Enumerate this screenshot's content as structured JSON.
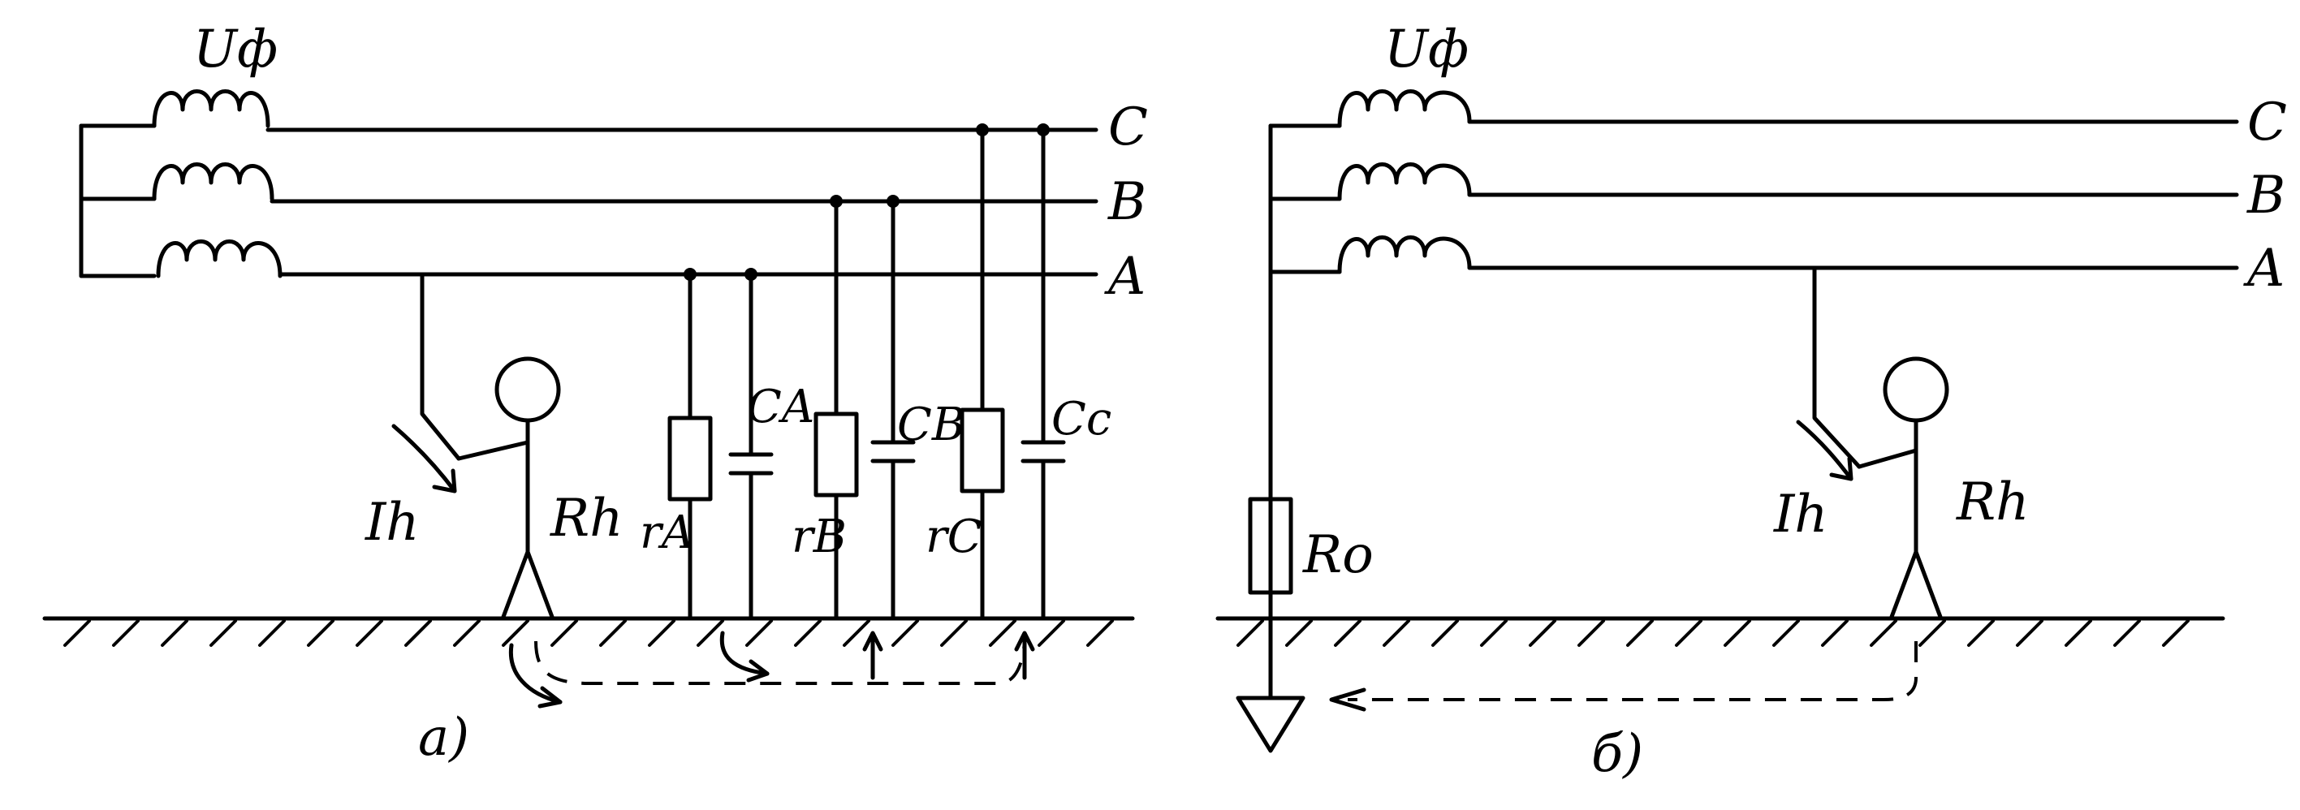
{
  "diagram_a": {
    "source_label": "Uф",
    "phase_c": "C",
    "phase_b": "B",
    "phase_a": "A",
    "current_label": "Ih",
    "body_resistance_label": "Rh",
    "insulation_a": "rA",
    "insulation_b": "rB",
    "insulation_c": "rC",
    "capacitance_a": "CA",
    "capacitance_b": "CB",
    "capacitance_c": "Cc",
    "caption": "a)"
  },
  "diagram_b": {
    "source_label": "Uф",
    "phase_c": "C",
    "phase_b": "B",
    "phase_a": "A",
    "current_label": "Ih",
    "body_resistance_label": "Rh",
    "neutral_ground_label": "Ro",
    "caption": "б)"
  }
}
